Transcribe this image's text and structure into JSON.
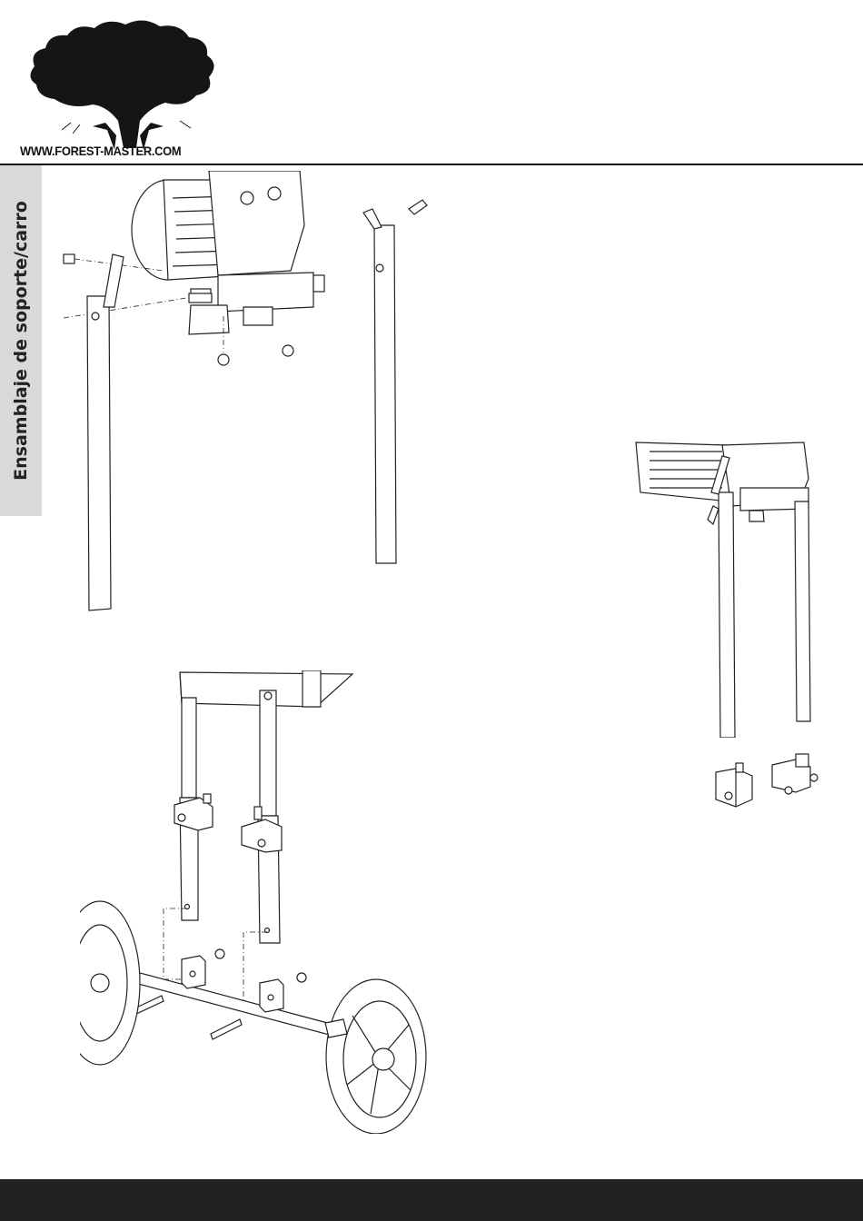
{
  "header": {
    "logo_icon": "tree-silhouette-logo",
    "brand_url": "WWW.FOREST-MASTER.COM"
  },
  "section": {
    "tab_label": "Ensamblaje de soporte/carro",
    "tab_color": "#d9d9d9"
  },
  "figures": [
    {
      "id": "legs-exploded",
      "icon": "motor-with-legs-exploded-diagram"
    },
    {
      "id": "legs-mounted",
      "icon": "motor-with-legs-mounted-diagram"
    },
    {
      "id": "brackets",
      "icon": "leg-bracket-clamps-diagram"
    },
    {
      "id": "wheel-assembly",
      "icon": "wheel-axle-assembly-diagram"
    }
  ],
  "colors": {
    "rule": "#111111",
    "footer": "#222222"
  }
}
